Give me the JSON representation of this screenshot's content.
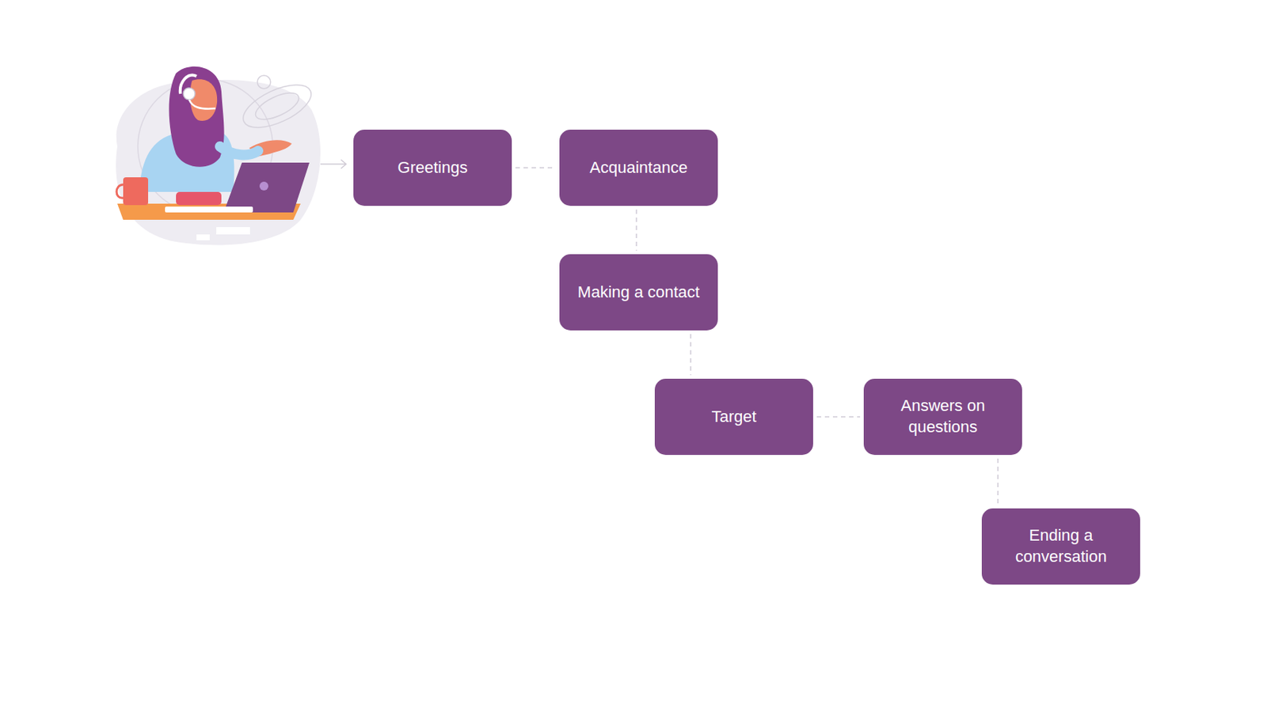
{
  "diagram": {
    "nodes": [
      {
        "text": [
          "Greetings"
        ]
      },
      {
        "text": [
          "Acquaintance"
        ]
      },
      {
        "text": [
          "Making a contact"
        ]
      },
      {
        "text": [
          "Target"
        ]
      },
      {
        "text": [
          "Answers on questions"
        ]
      },
      {
        "text": [
          "Ending a conversation"
        ]
      }
    ],
    "edges": [
      {
        "from": 0,
        "to": 1,
        "arrow": "none"
      },
      {
        "from": 1,
        "to": 2,
        "arrow": "none"
      },
      {
        "from": 2,
        "to": 3,
        "arrow": "none"
      },
      {
        "from": 3,
        "to": 4,
        "arrow": "none"
      },
      {
        "from": 4,
        "to": 5,
        "arrow": "none"
      }
    ]
  }
}
